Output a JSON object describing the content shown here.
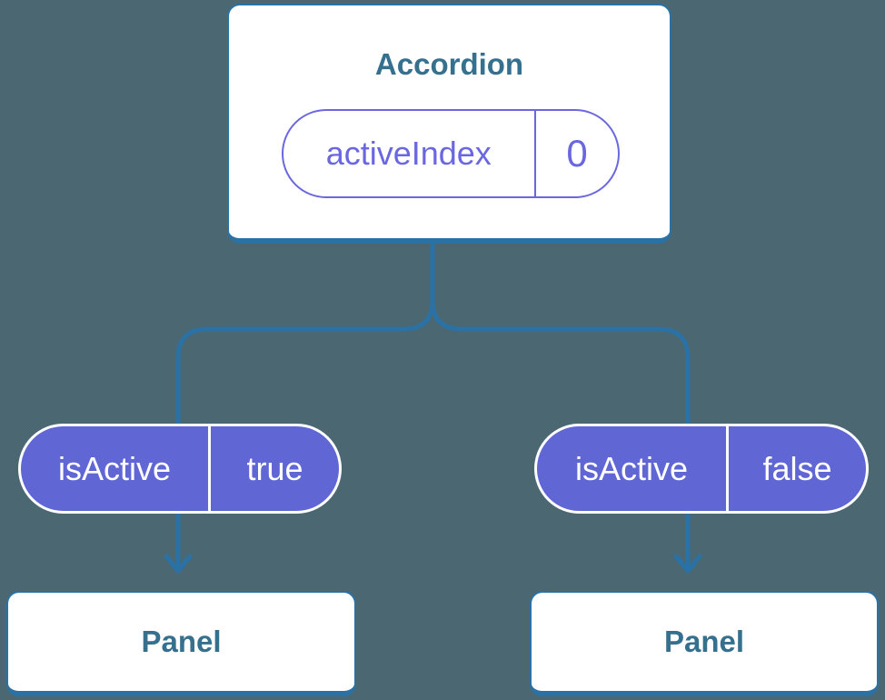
{
  "colors": {
    "background": "#4b6772",
    "connector_blue": "#2a72a6",
    "heading_blue": "#35708e",
    "pill_purple": "#6067d5",
    "pill_purple_accent": "#6a67e0",
    "node_white": "#ffffff"
  },
  "tree": {
    "root": {
      "title": "Accordion",
      "state_pill": {
        "name": "activeIndex",
        "value": "0"
      }
    },
    "children": [
      {
        "prop_pill": {
          "name": "isActive",
          "value": "true"
        },
        "label": "Panel"
      },
      {
        "prop_pill": {
          "name": "isActive",
          "value": "false"
        },
        "label": "Panel"
      }
    ]
  }
}
